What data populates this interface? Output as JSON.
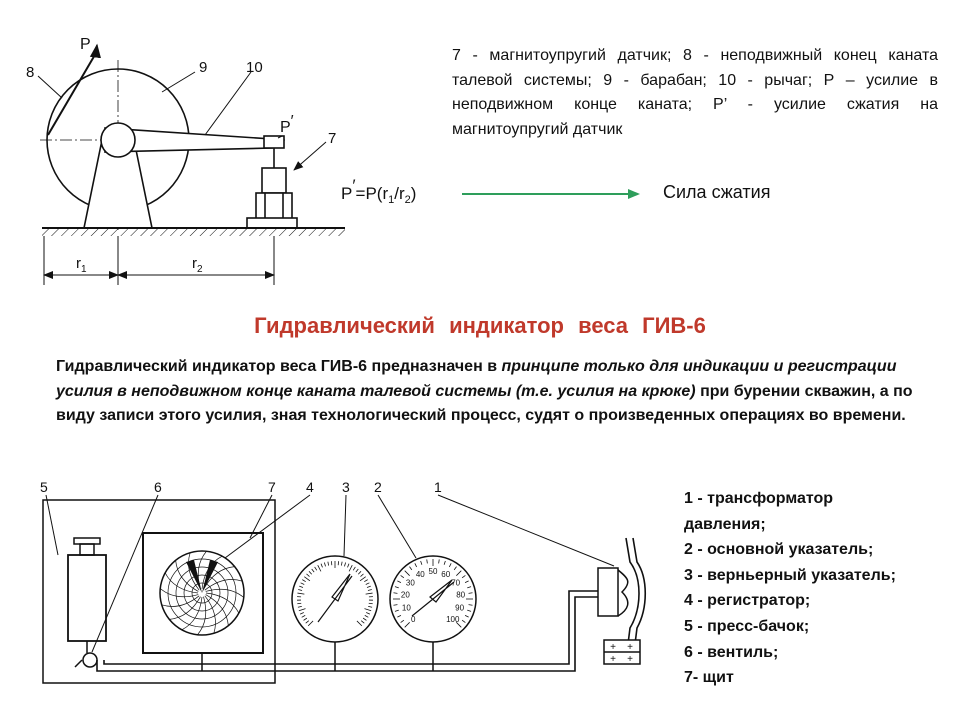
{
  "top_diagram": {
    "labels": {
      "num8": "8",
      "num9": "9",
      "num10": "10",
      "num7": "7",
      "force_p": "P"
    },
    "formula": {
      "p_prime": "P",
      "prime": "′",
      "eq_p": "=P(",
      "r1": "r",
      "r1_sub": "1",
      "slash": "/",
      "r2": "r",
      "r2_sub": "2",
      "close": ")"
    },
    "dims": {
      "r1": "r",
      "r1_sub": "1",
      "r2": "r",
      "r2_sub": "2"
    },
    "p_marker": "P",
    "p_marker_prime": "′"
  },
  "top_caption": "7 - магнитоупругий датчик; 8 - неподвижный конец каната талевой системы; 9 - барабан; 10 - рычаг;  Р – усилие в неподвижном конце каната; Р’  - усилие сжатия на магнитоупругий датчик",
  "force_label": "Сила сжатия",
  "title": "Гидравлический индикатор веса ГИВ-6",
  "description": {
    "part1": "Гидравлический индикатор веса ГИВ-6 предназначен в ",
    "part2_italic": "принципе только для индикации и регистрации усилия в неподвижном конце каната талевой системы (т.е. усилия на крюке)",
    "part3": " при бурении скважин, а по виду записи этого усилия, зная технологический процесс, судят о произведенных операциях во времени."
  },
  "bottom_diagram": {
    "callouts": [
      "5",
      "6",
      "7",
      "4",
      "3",
      "2",
      "1"
    ],
    "gauge_numbers": [
      "0",
      "10",
      "20",
      "30",
      "40",
      "50",
      "60",
      "70",
      "80",
      "90",
      "100"
    ],
    "plus_signs": [
      "+",
      "+",
      "+",
      "+"
    ]
  },
  "legend": [
    "1 - трансформатор",
    "давления;",
    "2 - основной указатель;",
    "3 - верньерный  указатель;",
    "4 - регистратор;",
    "5 - пресс-бачок;",
    "6 - вентиль;",
    "7- щит"
  ],
  "colors": {
    "title": "#c0392b",
    "arrow": "#2e9e5b",
    "line": "#111111"
  }
}
